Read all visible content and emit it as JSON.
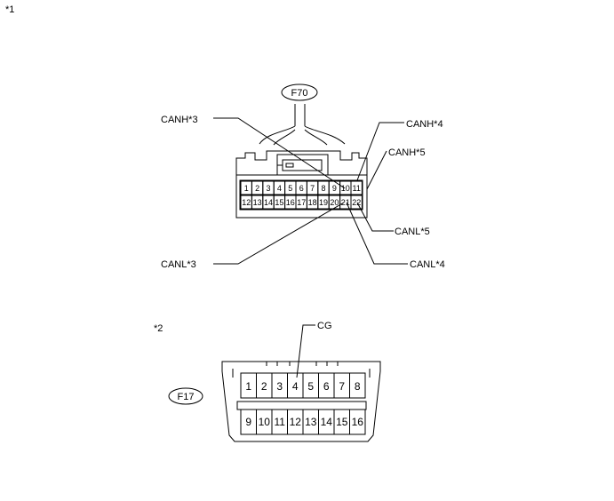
{
  "figure": {
    "marker1": "*1",
    "marker2": "*2"
  },
  "connector_f70": {
    "tag": "F70",
    "row1": [
      "1",
      "2",
      "3",
      "4",
      "5",
      "6",
      "7",
      "8",
      "9",
      "10",
      "11"
    ],
    "row2": [
      "12",
      "13",
      "14",
      "15",
      "16",
      "17",
      "18",
      "19",
      "20",
      "21",
      "22"
    ],
    "labels": {
      "canh3": "CANH*3",
      "canh4": "CANH*4",
      "canh5": "CANH*5",
      "canl5": "CANL*5",
      "canl3": "CANL*3",
      "canl4": "CANL*4"
    }
  },
  "connector_f17": {
    "tag": "F17",
    "row1": [
      "1",
      "2",
      "3",
      "4",
      "5",
      "6",
      "7",
      "8"
    ],
    "row2": [
      "9",
      "10",
      "11",
      "12",
      "13",
      "14",
      "15",
      "16"
    ],
    "labels": {
      "cg": "CG"
    }
  }
}
